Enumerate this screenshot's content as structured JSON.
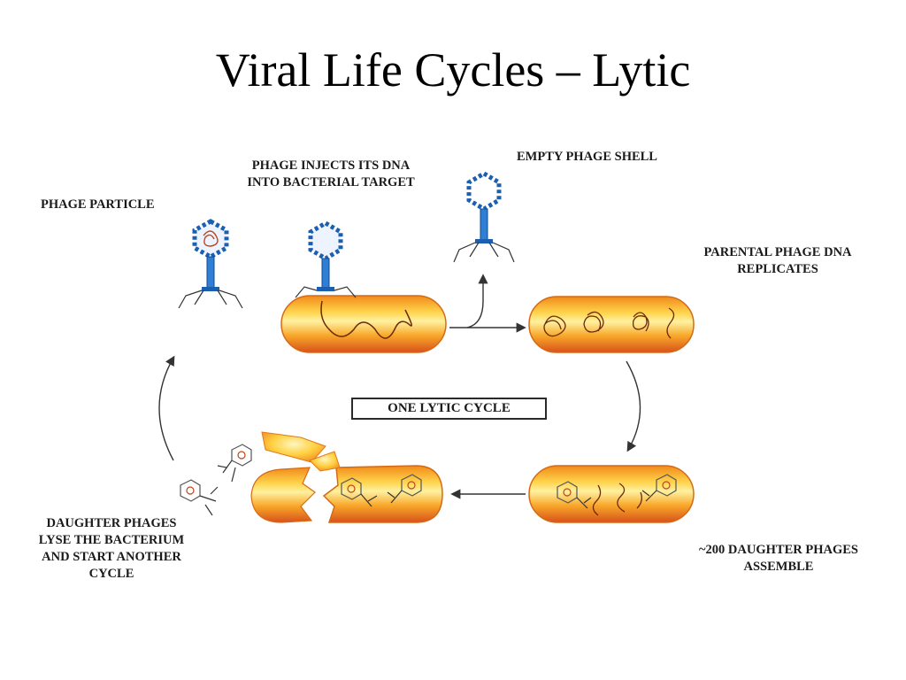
{
  "slide": {
    "title": "Viral Life Cycles – Lytic"
  },
  "diagram": {
    "labels": {
      "phage_particle": "PHAGE PARTICLE",
      "phage_injects": "PHAGE INJECTS ITS DNA\nINTO BACTERIAL TARGET",
      "empty_shell": "EMPTY PHAGE SHELL",
      "parental_dna": "PARENTAL PHAGE DNA\nREPLICATES",
      "one_lytic_cycle": "ONE LYTIC CYCLE",
      "daughter_assemble": "~200 DAUGHTER PHAGES\nASSEMBLE",
      "daughter_lyse": "DAUGHTER PHAGES\nLYSE THE BACTERIUM\nAND START ANOTHER\nCYCLE"
    },
    "colors": {
      "bacterium_fill": "#f7a020",
      "bacterium_edge": "#d85a10",
      "bacterium_highlight": "#fff2a0",
      "phage_head": "#1b5fb0",
      "phage_tail": "#2f7fd6",
      "dna": "#7a3a10"
    }
  }
}
